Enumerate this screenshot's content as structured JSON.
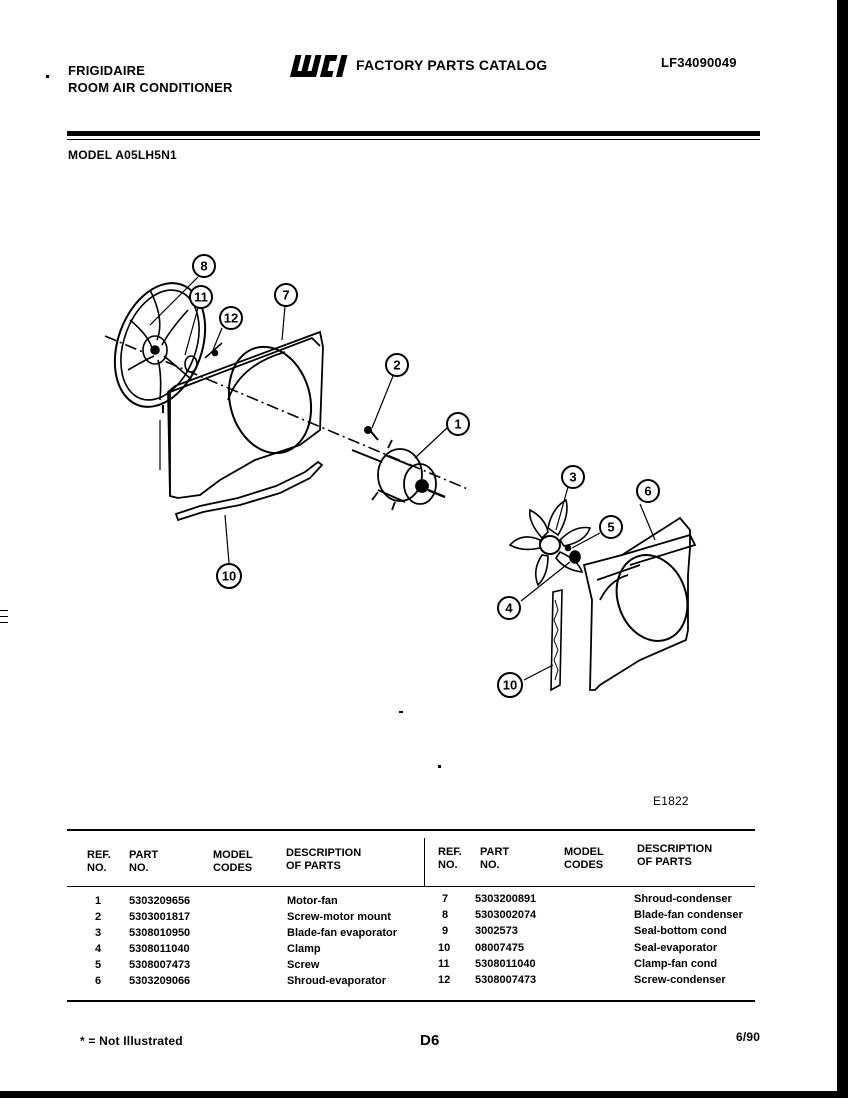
{
  "header": {
    "brand": "FRIGIDAIRE",
    "product": "ROOM AIR CONDITIONER",
    "logo_text": "WCI",
    "catalog_title": "FACTORY PARTS CATALOG",
    "catalog_number": "LF34090049",
    "model": "MODEL A05LH5N1"
  },
  "diagram": {
    "figure_id": "E1822",
    "callouts": [
      "8",
      "11",
      "12",
      "7",
      "2",
      "1",
      "10",
      "3",
      "5",
      "6",
      "4",
      "10"
    ]
  },
  "table": {
    "headers": {
      "ref": [
        "REF.",
        "NO."
      ],
      "part": [
        "PART",
        "NO."
      ],
      "model": [
        "MODEL",
        "CODES"
      ],
      "desc": [
        "DESCRIPTION",
        "OF PARTS"
      ]
    },
    "left_rows": [
      {
        "ref": "1",
        "part": "5303209656",
        "code": "",
        "desc": "Motor-fan"
      },
      {
        "ref": "2",
        "part": "5303001817",
        "code": "",
        "desc": "Screw-motor mount"
      },
      {
        "ref": "3",
        "part": "5308010950",
        "code": "",
        "desc": "Blade-fan evaporator"
      },
      {
        "ref": "4",
        "part": "5308011040",
        "code": "",
        "desc": "Clamp"
      },
      {
        "ref": "5",
        "part": "5308007473",
        "code": "",
        "desc": "Screw"
      },
      {
        "ref": "6",
        "part": "5303209066",
        "code": "",
        "desc": "Shroud-evaporator"
      }
    ],
    "right_rows": [
      {
        "ref": "7",
        "part": "5303200891",
        "code": "",
        "desc": "Shroud-condenser"
      },
      {
        "ref": "8",
        "part": "5303002074",
        "code": "",
        "desc": "Blade-fan condenser"
      },
      {
        "ref": "9",
        "part": "3002573",
        "code": "",
        "desc": "Seal-bottom cond"
      },
      {
        "ref": "10",
        "part": "08007475",
        "code": "",
        "desc": "Seal-evaporator"
      },
      {
        "ref": "11",
        "part": "5308011040",
        "code": "",
        "desc": "Clamp-fan cond"
      },
      {
        "ref": "12",
        "part": "5308007473",
        "code": "",
        "desc": "Screw-condenser"
      }
    ]
  },
  "footer": {
    "note": "* = Not Illustrated",
    "page": "D6",
    "date": "6/90"
  }
}
